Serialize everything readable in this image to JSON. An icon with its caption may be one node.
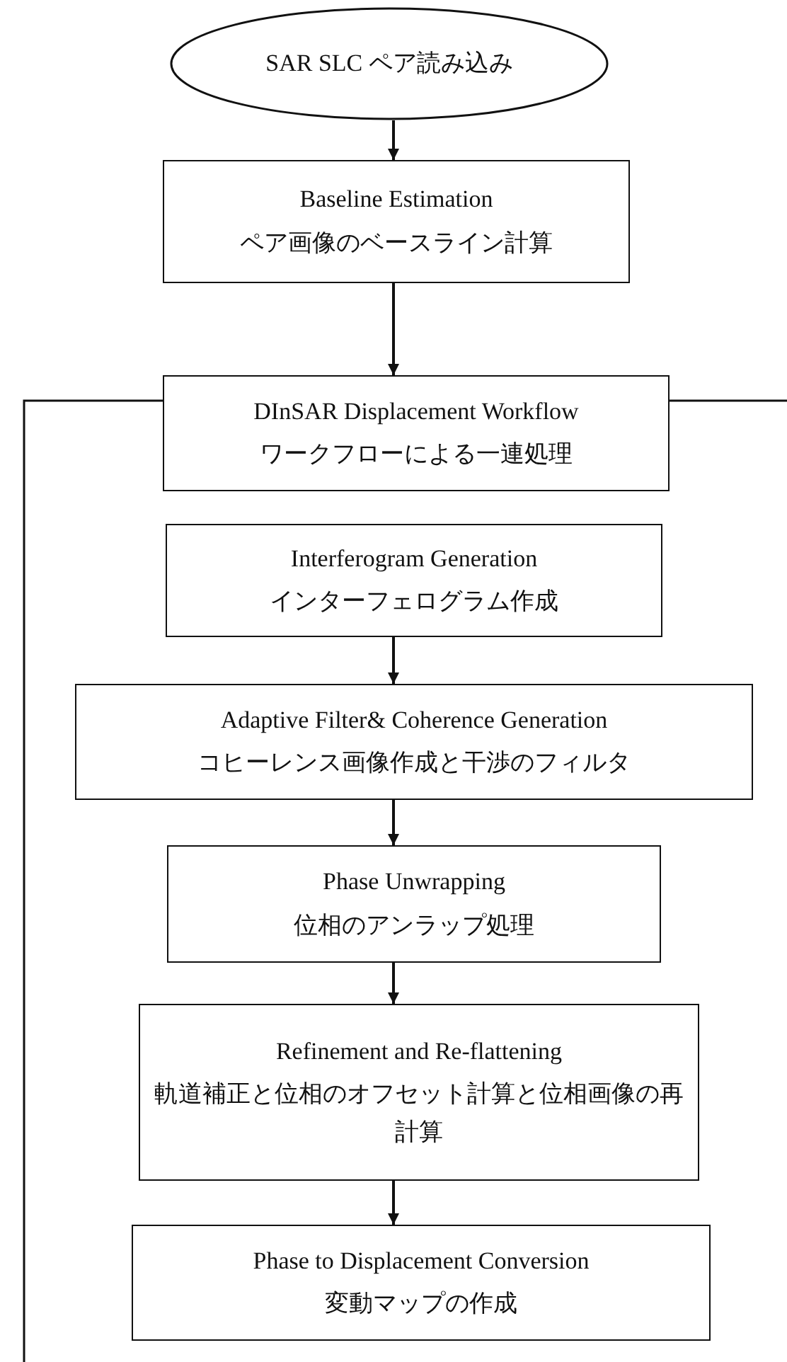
{
  "diagram": {
    "nodes": [
      {
        "text": [
          "SAR SLC ペア読み込み"
        ]
      },
      {
        "text": [
          "Baseline Estimation",
          "ペア画像のベースライン計算"
        ]
      },
      {
        "text": [
          "DInSAR Displacement Workflow",
          "ワークフローによる一連処理"
        ]
      },
      {
        "text": [
          "Interferogram Generation",
          "インターフェログラム作成"
        ]
      },
      {
        "text": [
          "Adaptive Filter& Coherence Generation",
          "コヒーレンス画像作成と干渉のフィルタ"
        ]
      },
      {
        "text": [
          "Phase Unwrapping",
          "位相のアンラップ処理"
        ]
      },
      {
        "text": [
          "Refinement and Re-flattening",
          "軌道補正と位相のオフセット計算と位相画像の再計算"
        ]
      },
      {
        "text": [
          "Phase to Displacement Conversion",
          "変動マップの作成"
        ]
      }
    ],
    "edges": [
      {
        "from": 0,
        "to": 1,
        "arrow": "to"
      },
      {
        "from": 1,
        "to": 2,
        "arrow": "to"
      },
      {
        "from": 3,
        "to": 4,
        "arrow": "to"
      },
      {
        "from": 4,
        "to": 5,
        "arrow": "to"
      },
      {
        "from": 5,
        "to": 6,
        "arrow": "to"
      },
      {
        "from": 6,
        "to": 7,
        "arrow": "to"
      }
    ]
  }
}
